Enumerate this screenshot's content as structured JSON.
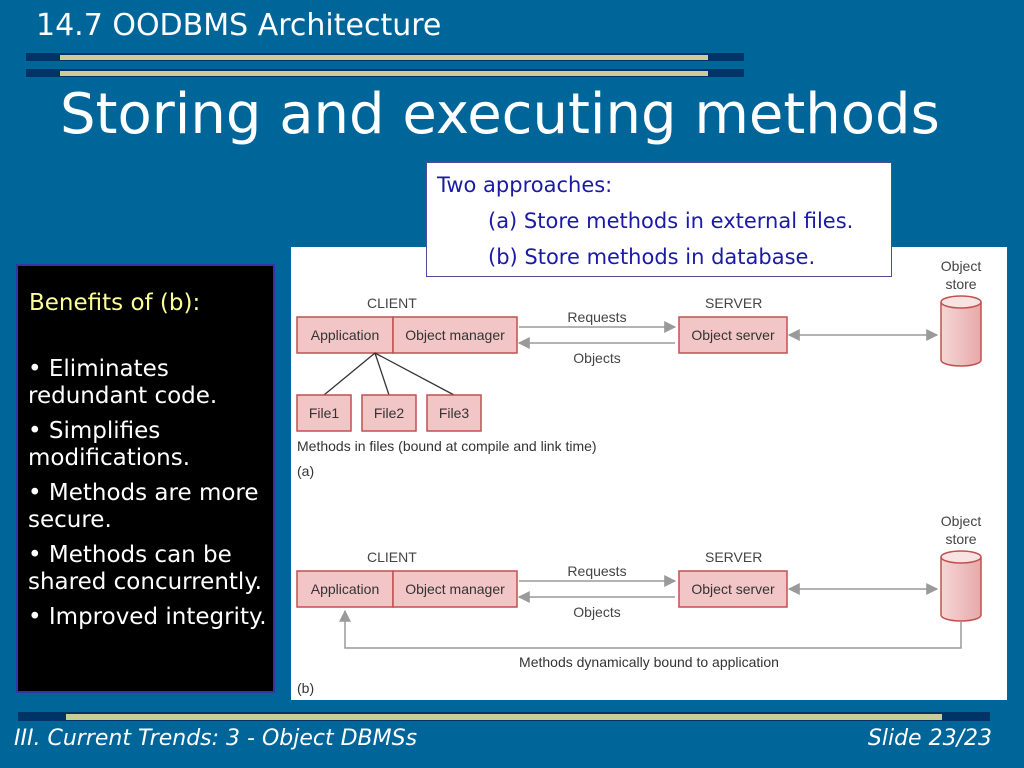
{
  "header": {
    "section_title": "14.7 OODBMS Architecture",
    "slide_title": "Storing and executing methods"
  },
  "approaches": {
    "heading": "Two approaches:",
    "items": [
      "(a) Store methods in external files.",
      "(b) Store methods in database."
    ]
  },
  "benefits": {
    "heading": "Benefits of (b):",
    "items": [
      "• Eliminates redundant code.",
      "• Simplifies modifications.",
      "• Methods are more secure.",
      "• Methods can be shared concurrently.",
      "• Improved integrity."
    ]
  },
  "diagram": {
    "a": {
      "client_label": "CLIENT",
      "server_label": "SERVER",
      "store_label": [
        "Object",
        "store"
      ],
      "application": "Application",
      "object_manager": "Object manager",
      "object_server": "Object server",
      "requests": "Requests",
      "objects": "Objects",
      "files": [
        "File1",
        "File2",
        "File3"
      ],
      "caption": "Methods in files (bound at compile and link time)",
      "label": "(a)"
    },
    "b": {
      "client_label": "CLIENT",
      "server_label": "SERVER",
      "store_label": [
        "Object",
        "store"
      ],
      "application": "Application",
      "object_manager": "Object manager",
      "object_server": "Object server",
      "requests": "Requests",
      "objects": "Objects",
      "bound_caption": "Methods dynamically bound to application",
      "label": "(b)"
    }
  },
  "footer": {
    "left": "III. Current Trends: 3 - Object DBMSs",
    "right": "Slide 23/23"
  },
  "colors": {
    "background": "#006699",
    "bar_dark": "#003366",
    "bar_light": "#cccc99",
    "box_fill": "#f2c6c6",
    "box_stroke": "#c05050",
    "highlight_text": "#ffff99",
    "approach_text": "#1a1aa6"
  }
}
